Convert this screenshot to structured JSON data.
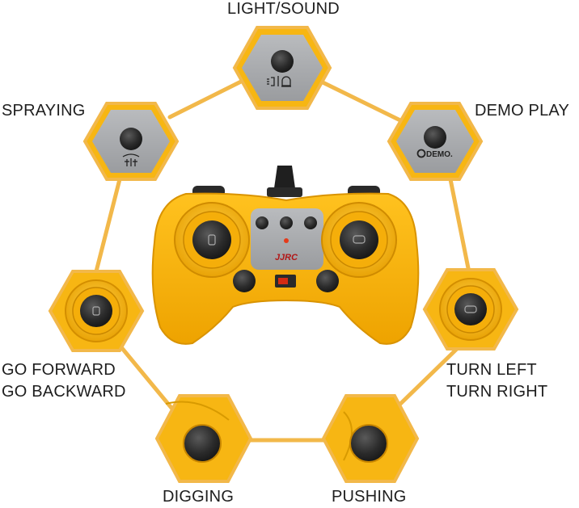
{
  "labels": {
    "light_sound": "LIGHT/SOUND",
    "spraying": "SPRAYING",
    "demo_play": "DEMO PLAY",
    "go_forward": "GO FORWARD",
    "go_backward": "GO BACKWARD",
    "turn_left": "TURN LEFT",
    "turn_right": "TURN RIGHT",
    "digging": "DIGGING",
    "pushing": "PUSHING"
  },
  "icons": {
    "light_sound": "light-horn-icon",
    "demo": "demo-icon",
    "spraying": "spray-icon"
  },
  "badges": {
    "demo": "DEMO.",
    "logo": "JJRC"
  },
  "colors": {
    "connector": "#f2b84a",
    "yellow": "#f7b613",
    "grey_panel": "#a7a9ac",
    "button_dark": "#2b2b2b",
    "text": "#1e1e1e"
  }
}
